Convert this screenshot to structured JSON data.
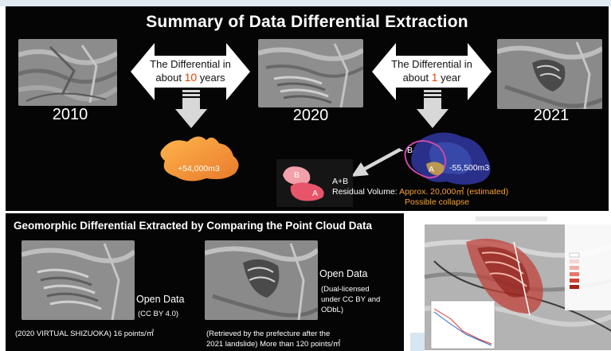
{
  "top": {
    "title": "Summary of Data Differential Extraction",
    "years": [
      "2010",
      "2020",
      "2021"
    ],
    "diff1": {
      "line1": "The Differential in",
      "prefix": "about ",
      "number": "10",
      "suffix": " years"
    },
    "diff2": {
      "line1": "The Differential in",
      "prefix": "about ",
      "number": "1",
      "suffix": " year"
    },
    "volume_fill": "+54,000m3",
    "volume_cut": "-55,500m3",
    "label_a": "A",
    "label_b": "B",
    "ab_text": "A+B",
    "residual_label": "Residual Volume: ",
    "residual_value": "Approx. 20,000㎥ (estimated)",
    "collapse": "Possible collapse"
  },
  "bottom": {
    "title": "Geomorphic Differential Extracted by Comparing the Point Cloud Data",
    "left": {
      "heading": "Open Data",
      "license": "(CC BY 4.0)",
      "caption": "(2020 VIRTUAL SHIZUOKA) 16 points/㎡"
    },
    "right": {
      "heading": "Open Data",
      "license_lines": [
        "(Dual-licensed",
        "under CC BY and",
        "ODbL)"
      ],
      "caption_lines": [
        "(Retrieved by the prefecture after the",
        "2021 landslide) More than 120 points/㎡"
      ]
    }
  },
  "colors": {
    "background": "#050505",
    "highlight": "#e04600",
    "fill_blob": "#f29a3c",
    "cut_blob": "#2a2f8a",
    "residual_blob": "#e8556a",
    "orange_text": "#f7a032"
  }
}
